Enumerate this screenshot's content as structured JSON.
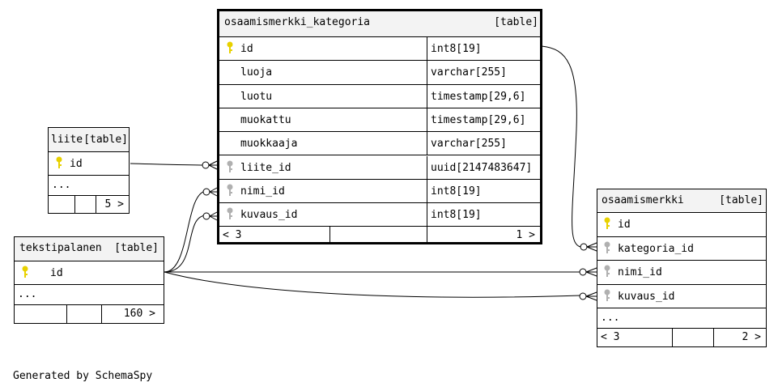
{
  "colors": {
    "pk_key": "#e8d100",
    "fk_key": "#b0b0b0",
    "header_bg": "#f3f3f3",
    "line": "#000000"
  },
  "tables": {
    "osaamismerkki_kategoria": {
      "name": "osaamismerkki_kategoria",
      "tag": "[table]",
      "columns": [
        {
          "name": "id",
          "type": "int8[19]",
          "key": "pk-key-icon"
        },
        {
          "name": "luoja",
          "type": "varchar[255]",
          "key": ""
        },
        {
          "name": "luotu",
          "type": "timestamp[29,6]",
          "key": ""
        },
        {
          "name": "muokattu",
          "type": "timestamp[29,6]",
          "key": ""
        },
        {
          "name": "muokkaaja",
          "type": "varchar[255]",
          "key": ""
        },
        {
          "name": "liite_id",
          "type": "uuid[2147483647]",
          "key": "fk-key-icon"
        },
        {
          "name": "nimi_id",
          "type": "int8[19]",
          "key": "fk-key-icon"
        },
        {
          "name": "kuvaus_id",
          "type": "int8[19]",
          "key": "fk-key-icon"
        }
      ],
      "footer": {
        "parents": "< 3",
        "middle": "",
        "children": "1 >"
      }
    },
    "liite": {
      "name": "liite",
      "tag": "[table]",
      "columns": [
        {
          "name": "id",
          "key": "pk-key-icon"
        }
      ],
      "more": "...",
      "footer": {
        "parents": "",
        "middle": "",
        "children": "5 >"
      }
    },
    "tekstipalanen": {
      "name": "tekstipalanen",
      "tag": "[table]",
      "columns": [
        {
          "name": "id",
          "key": "pk-key-icon"
        }
      ],
      "more": "...",
      "footer": {
        "parents": "",
        "middle": "",
        "children": "160 >"
      }
    },
    "osaamismerkki": {
      "name": "osaamismerkki",
      "tag": "[table]",
      "columns": [
        {
          "name": "id",
          "key": "pk-key-icon"
        },
        {
          "name": "kategoria_id",
          "key": "fk-key-icon"
        },
        {
          "name": "nimi_id",
          "key": "fk-key-icon"
        },
        {
          "name": "kuvaus_id",
          "key": "fk-key-icon"
        }
      ],
      "more": "...",
      "footer": {
        "parents": "< 3",
        "middle": "",
        "children": "2 >"
      }
    }
  },
  "footer_text": "Generated by SchemaSpy"
}
